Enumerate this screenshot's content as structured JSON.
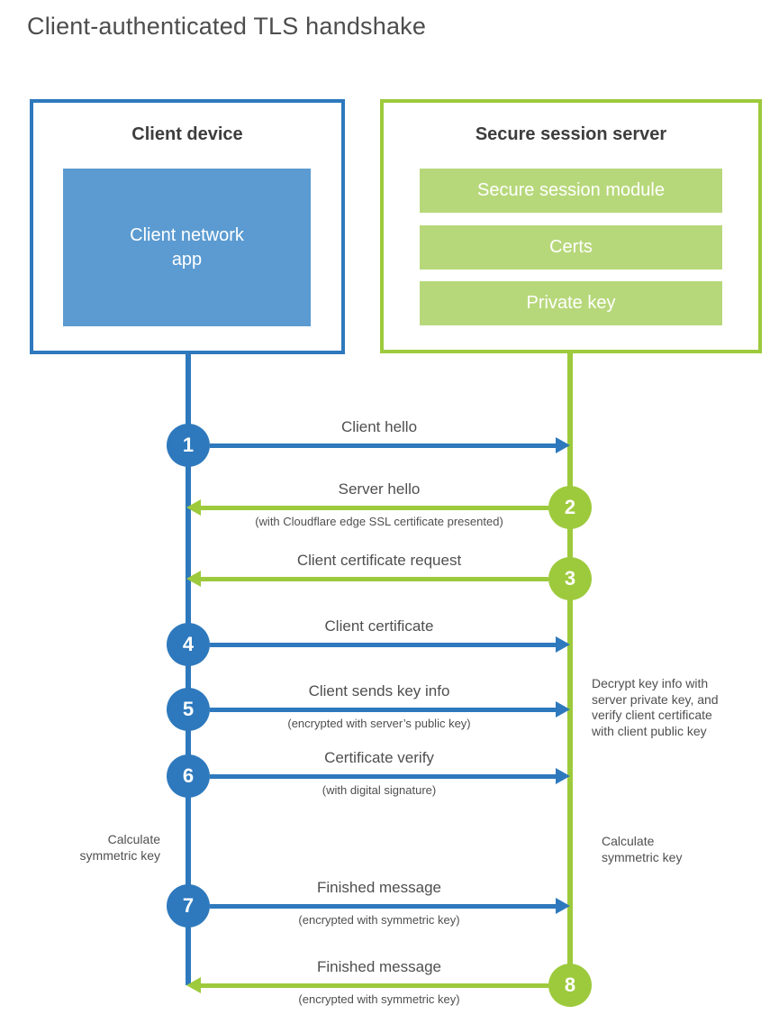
{
  "title": "Client-authenticated TLS handshake",
  "colors": {
    "blue": "#2e79bd",
    "blue_fill": "#5b9bd1",
    "green": "#9dca3c",
    "green_fill": "#b7d87a",
    "heading_text": "#3d3d3d",
    "label_text": "#4f4f4f"
  },
  "client": {
    "title": "Client device",
    "app_label": "Client network\napp"
  },
  "server": {
    "title": "Secure session server",
    "modules": [
      "Secure session module",
      "Certs",
      "Private key"
    ]
  },
  "steps": [
    {
      "num": "1",
      "label": "Client hello",
      "sub": "",
      "from": "client",
      "to": "server"
    },
    {
      "num": "2",
      "label": "Server hello",
      "sub": "(with Cloudflare edge SSL certificate presented)",
      "from": "server",
      "to": "client"
    },
    {
      "num": "3",
      "label": "Client certificate request",
      "sub": "",
      "from": "server",
      "to": "client"
    },
    {
      "num": "4",
      "label": "Client certificate",
      "sub": "",
      "from": "client",
      "to": "server"
    },
    {
      "num": "5",
      "label": "Client sends key info",
      "sub": "(encrypted with server’s public key)",
      "from": "client",
      "to": "server"
    },
    {
      "num": "6",
      "label": "Certificate verify",
      "sub": "(with digital signature)",
      "from": "client",
      "to": "server"
    },
    {
      "num": "7",
      "label": "Finished message",
      "sub": "(encrypted with symmetric key)",
      "from": "client",
      "to": "server"
    },
    {
      "num": "8",
      "label": "Finished message",
      "sub": "(encrypted with symmetric key)",
      "from": "server",
      "to": "client"
    }
  ],
  "notes": {
    "decrypt": "Decrypt key info with\nserver private key, and\nverify client certificate\nwith client public key",
    "calc_left": "Calculate\nsymmetric key",
    "calc_right": "Calculate\nsymmetric key"
  }
}
